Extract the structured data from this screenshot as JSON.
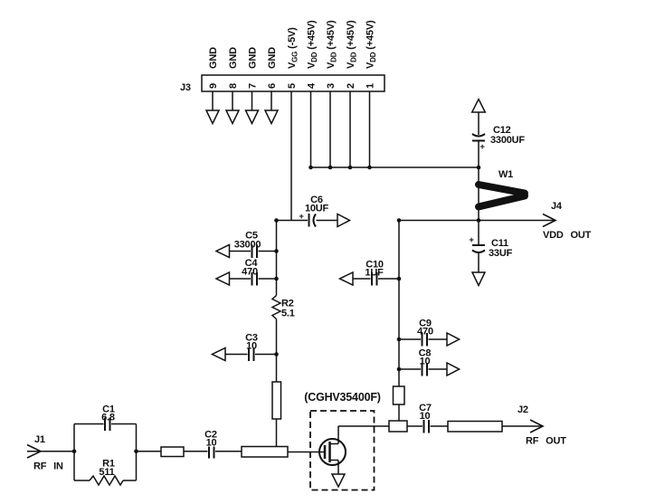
{
  "j3": {
    "label": "J3",
    "pins": [
      {
        "num": "9",
        "base": "GND",
        "sub": "",
        "rest": ""
      },
      {
        "num": "8",
        "base": "GND",
        "sub": "",
        "rest": ""
      },
      {
        "num": "7",
        "base": "GND",
        "sub": "",
        "rest": ""
      },
      {
        "num": "6",
        "base": "GND",
        "sub": "",
        "rest": ""
      },
      {
        "num": "5",
        "base": "V",
        "sub": "GG",
        "rest": "(-5V)"
      },
      {
        "num": "4",
        "base": "V",
        "sub": "DD",
        "rest": "(+45V)"
      },
      {
        "num": "3",
        "base": "V",
        "sub": "DD",
        "rest": "(+45V)"
      },
      {
        "num": "2",
        "base": "V",
        "sub": "DD",
        "rest": "(+45V)"
      },
      {
        "num": "1",
        "base": "V",
        "sub": "DD",
        "rest": "(+45V)"
      }
    ]
  },
  "ports": {
    "j1": {
      "label": "J1",
      "name": "RF IN"
    },
    "j2": {
      "label": "J2",
      "name": "RF OUT"
    },
    "j4": {
      "label": "J4",
      "name": "VDD OUT"
    }
  },
  "components": {
    "c1": {
      "ref": "C1",
      "value": "6.8"
    },
    "r1": {
      "ref": "R1",
      "value": "511"
    },
    "c2": {
      "ref": "C2",
      "value": "10"
    },
    "c3": {
      "ref": "C3",
      "value": "10"
    },
    "r2": {
      "ref": "R2",
      "value": "5.1"
    },
    "c4": {
      "ref": "C4",
      "value": "470"
    },
    "c5": {
      "ref": "C5",
      "value": "33000"
    },
    "c6": {
      "ref": "C6",
      "value": "10UF"
    },
    "c7": {
      "ref": "C7",
      "value": "10"
    },
    "c8": {
      "ref": "C8",
      "value": "10"
    },
    "c9": {
      "ref": "C9",
      "value": "470"
    },
    "c10": {
      "ref": "C10",
      "value": "1UF"
    },
    "c11": {
      "ref": "C11",
      "value": "33UF"
    },
    "c12": {
      "ref": "C12",
      "value": "3300UF"
    },
    "w1": {
      "ref": "W1"
    },
    "q1": {
      "ref": "(CGHV35400F)"
    }
  },
  "symbols": {
    "plus": "+"
  },
  "colors": {
    "ink": "#111111",
    "background": "#ffffff"
  }
}
